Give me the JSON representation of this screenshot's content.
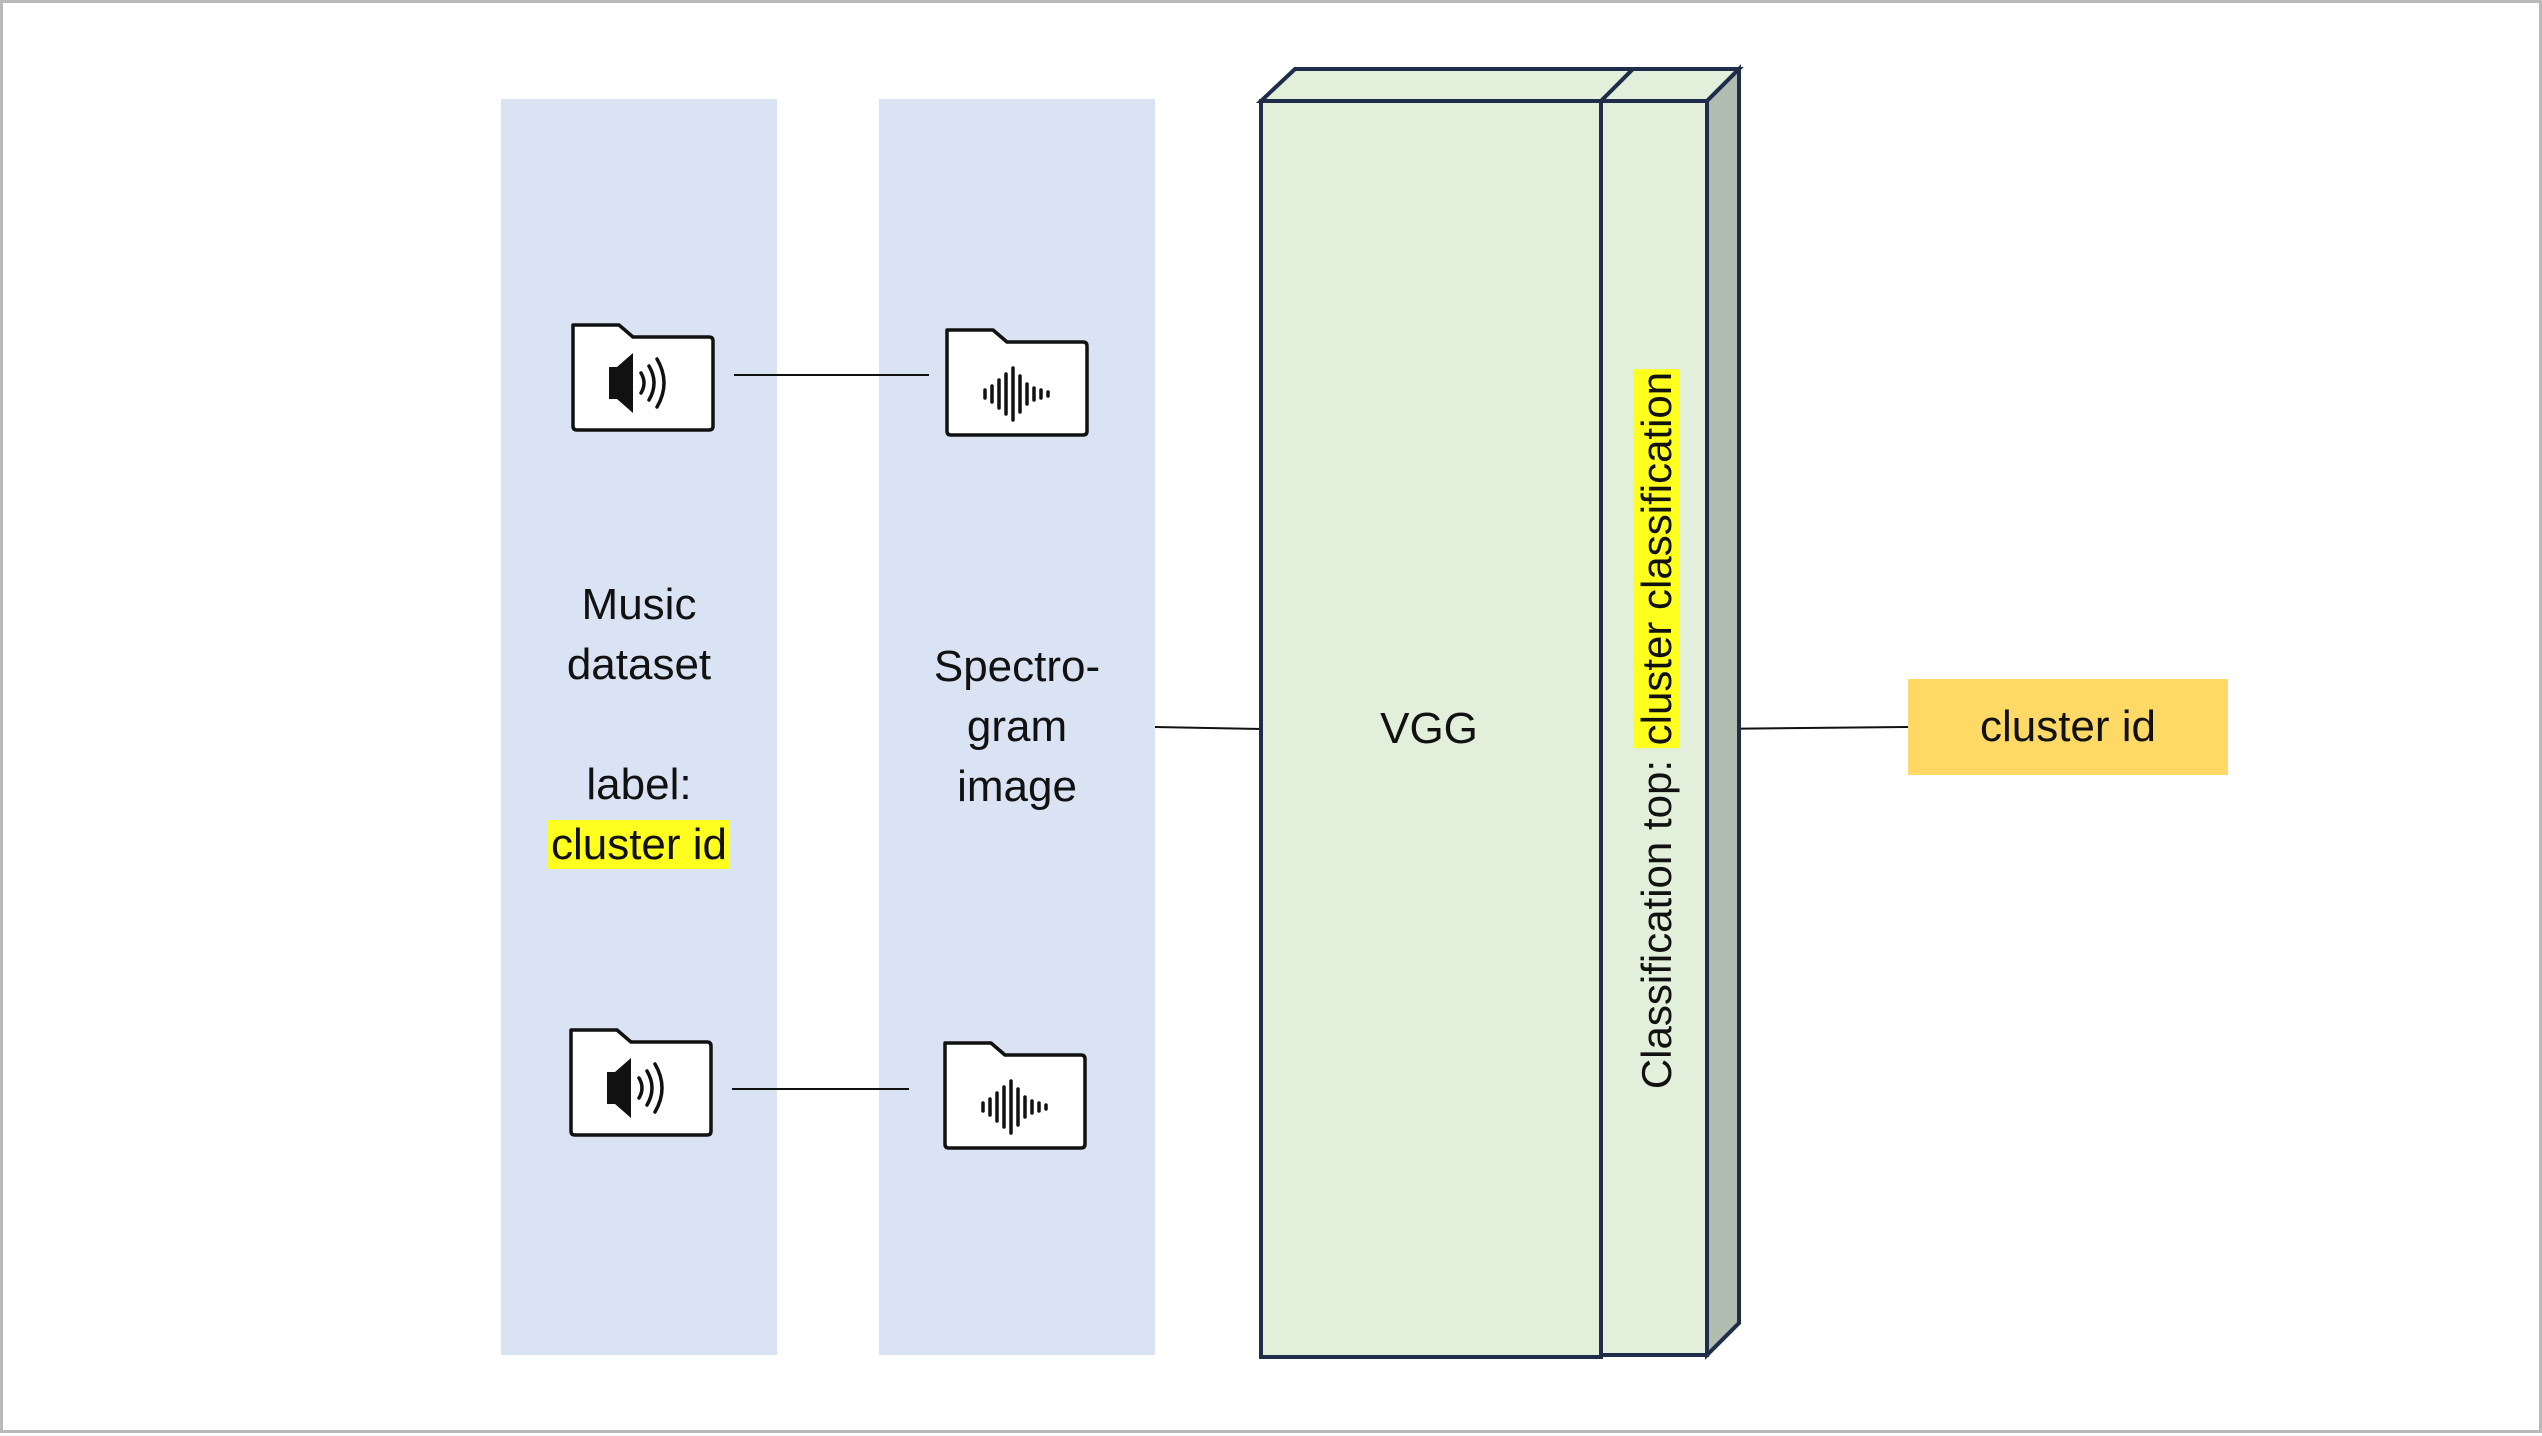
{
  "diagram": {
    "music_column": {
      "title_line1": "Music",
      "title_line2": "dataset",
      "label_prefix": "label:",
      "label_value": "cluster id"
    },
    "spectrogram_column": {
      "line1": "Spectro-",
      "line2": "gram",
      "line3": "image"
    },
    "model": {
      "name": "VGG",
      "top_prefix": "Classification top: ",
      "top_highlight": "cluster classification"
    },
    "output": {
      "label": "cluster id"
    },
    "icons": [
      "audio-folder-icon",
      "waveform-folder-icon"
    ],
    "colors": {
      "column_fill": "#dae3f3",
      "model_fill": "#e2efda",
      "model_side": "#b0bdb0",
      "outline": "#1f2d4a",
      "highlight": "#ffff1f",
      "output_fill": "#ffd966"
    }
  }
}
